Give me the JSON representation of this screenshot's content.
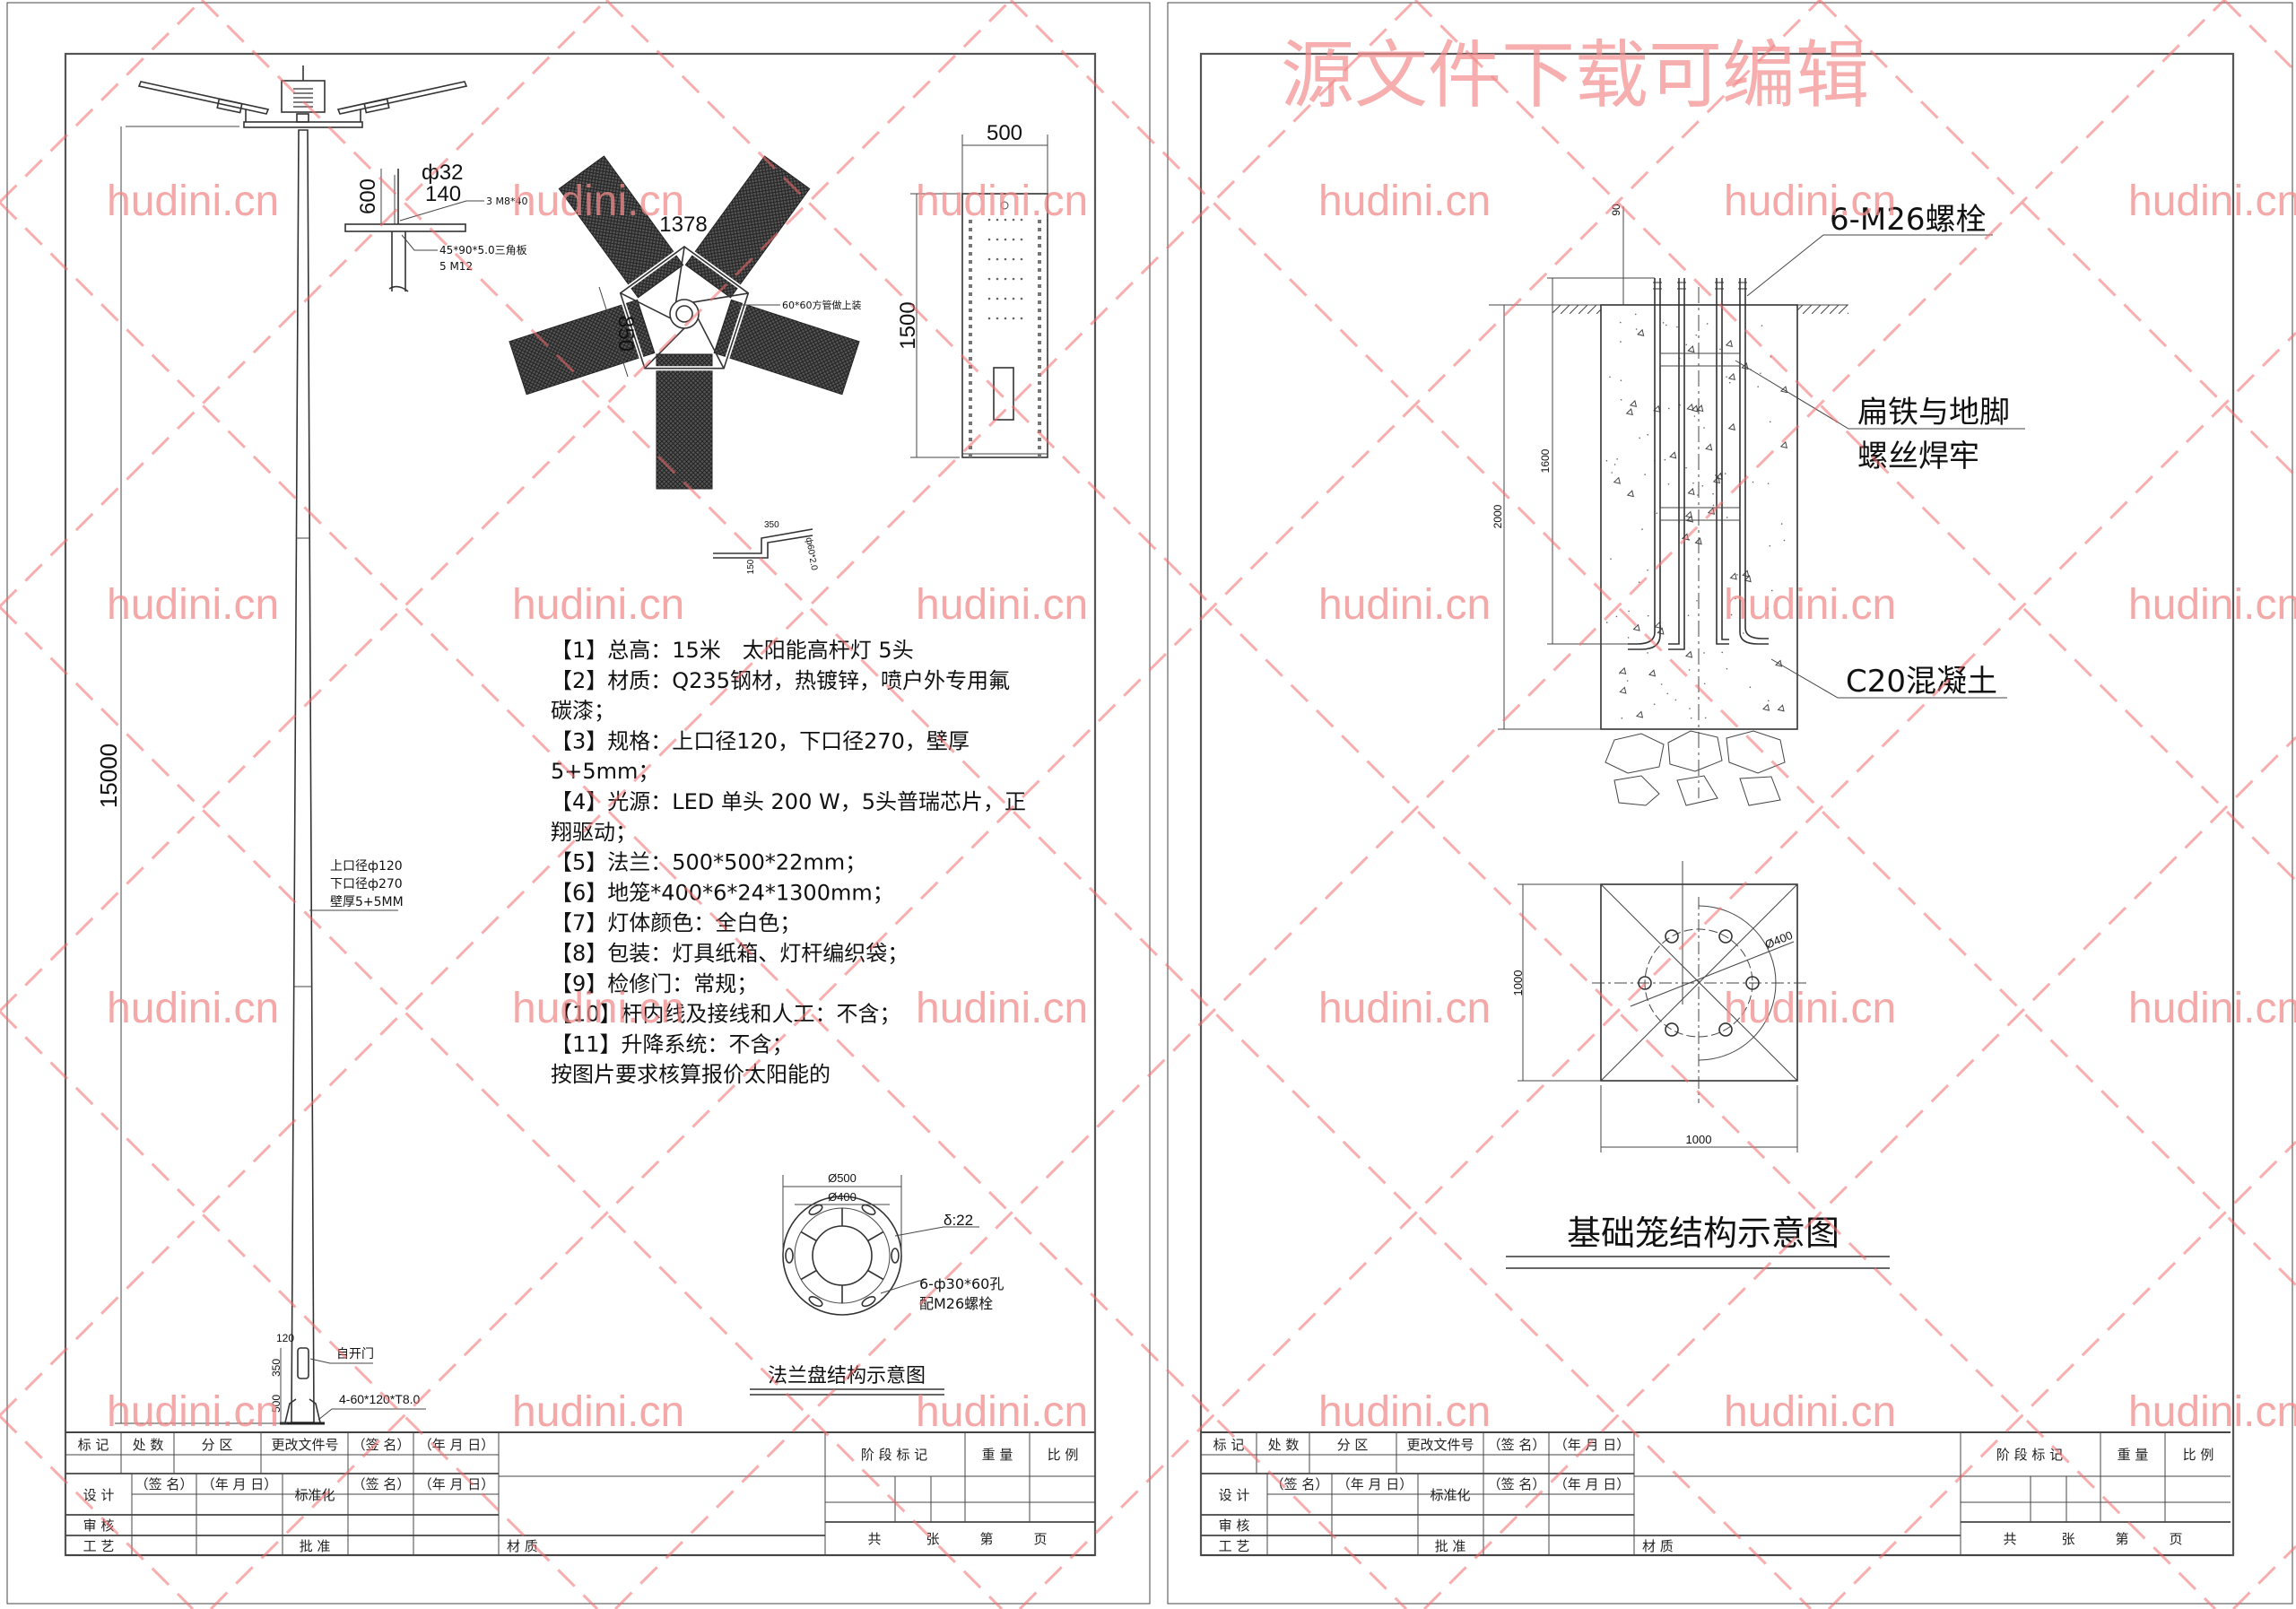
{
  "watermark": {
    "banner": "源文件下载可编辑",
    "site": "hudini.cn"
  },
  "sheet1": {
    "pole": {
      "height": "15000",
      "top_dia": "上口径ф120",
      "bottom_dia": "下口径ф270",
      "wall": "壁厚5+5MM",
      "door_width": "120",
      "door_height": "350",
      "door_base": "500",
      "door_label": "自开门",
      "stiffener": "4-60*120*T8.0"
    },
    "spike_detail": {
      "height": "600",
      "dia": "ф32",
      "width": "140",
      "bolts": "3 M8*40",
      "gusset": "45*90*5.0三角板",
      "bolts2": "5 M12"
    },
    "panel_layout": {
      "span": "1378",
      "width": "850",
      "tube": "60*60方管做上装"
    },
    "lamp": {
      "width": "500",
      "length": "1500"
    },
    "arm": {
      "length": "350",
      "height": "150",
      "tube": "ф60*2.0"
    },
    "specs": [
      "【1】总高：15米　太阳能高杆灯  5头",
      "【2】材质：Q235钢材，热镀锌，喷户外专用氟",
      "碳漆；",
      "【3】规格：上口径120，下口径270，壁厚",
      "5+5mm；",
      "【4】光源：LED 单头  200 W，5头普瑞芯片，正",
      "翔驱动；",
      "【5】法兰：500*500*22mm；",
      "【6】地笼*400*6*24*1300mm；",
      "【7】灯体颜色：全白色；",
      "【8】包装：灯具纸箱、灯杆编织袋；",
      "【9】检修门：常规；",
      "【10】杆内线及接线和人工：不含；",
      "【11】升降系统：不含；",
      "按图片要求核算报价太阳能的"
    ],
    "flange": {
      "outer": "Ø500",
      "bolt_circle": "Ø400",
      "thickness": "δ:22",
      "holes": "6-ф30*60孔",
      "bolts": "配M26螺栓",
      "title": "法兰盘结构示意图"
    }
  },
  "sheet2": {
    "foundation": {
      "bolt_label": "6-M26螺栓",
      "weld_label_1": "扁铁与地脚",
      "weld_label_2": "螺丝焊牢",
      "concrete_label": "C20混凝土",
      "dim_total": "2000",
      "dim_cage": "1600",
      "dim_protrude": "90",
      "plan_height": "1000",
      "plan_width": "1000",
      "plan_circle": "Ø400",
      "title": "基础笼结构示意图"
    }
  },
  "title_block": {
    "mark": "标 记",
    "count": "处 数",
    "zone": "分 区",
    "change_doc": "更改文件号",
    "sign": "（签 名）",
    "date": "（年 月 日）",
    "design": "设 计",
    "standard": "标准化",
    "review": "审 核",
    "process": "工 艺",
    "approve": "批 准",
    "material": "材 质",
    "stage": "阶 段 标 记",
    "weight": "重 量",
    "scale": "比 例",
    "total": "共",
    "sheets": "张",
    "no": "第",
    "page": "页"
  },
  "colors": {
    "watermark": "#f28b8b",
    "line": "#333333"
  }
}
